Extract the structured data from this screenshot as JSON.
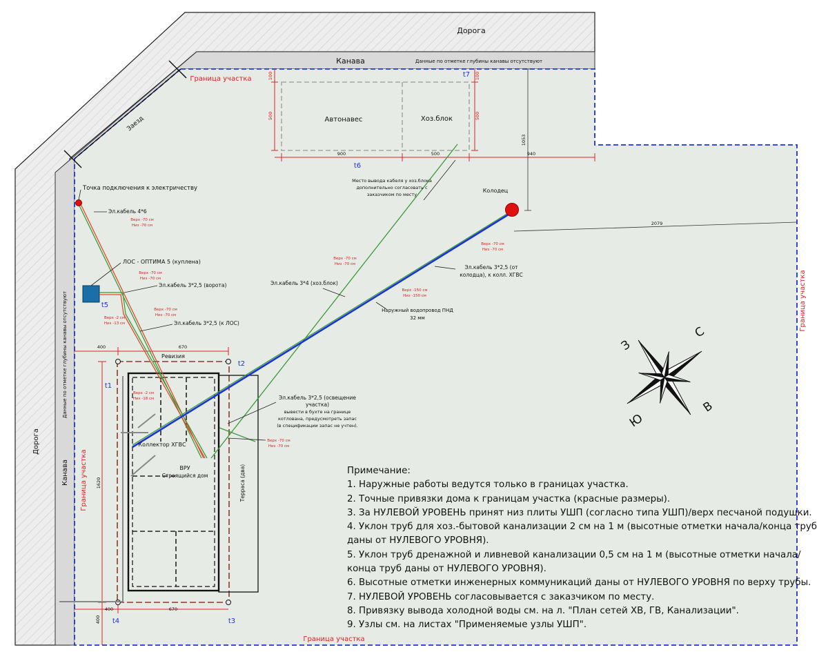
{
  "roads": {
    "top": "Дорога",
    "left": "Дорога",
    "ditch_top": "Канава",
    "ditch_left": "Канава",
    "ditch_top_note": "Данные по отметке глубины канавы отсутствуют",
    "ditch_left_note": "Данные по отметке глубины канавы отсутствуют",
    "entry": "Заезд"
  },
  "boundary_label": "Граница участка",
  "buildings": {
    "carport": "Автонавес",
    "shed": "Хоз.блок",
    "house_title": "ВРУ",
    "house_sub": "Строящийся дом",
    "collector": "Коллектор ХГВС",
    "revision": "Ревизия",
    "terrace": "Терраса (два)"
  },
  "labels": {
    "power_point": "Точка подключения к электричеству",
    "cable_4x6": "Эл.кабель 4*6",
    "los": "ЛОС - ОПТИМА 5 (куплена)",
    "cable_gate": "Эл.кабель 3*2,5 (ворота)",
    "cable_los": "Эл.кабель 3*2,5 (к ЛОС)",
    "cable_shed": "Эл.кабель 3*4 (хоз.блок)",
    "water_pipe_1": "Наружный водопровод ПНД",
    "water_pipe_2": "32 мм",
    "well": "Колодец",
    "cable_well_1": "Эл.кабель 3*2,5 (от",
    "cable_well_2": "колодца), к колл. ХГВС",
    "shed_note_1": "Место вывода кабеля у хоз.блока",
    "shed_note_2": "дополнительно согласовать с",
    "shed_note_3": "заказчиком по месту",
    "light_1": "Эл.кабель 3*2,5 (освещение",
    "light_2": "участка)",
    "light_3": "вывести в бухте на границе",
    "light_4": "котлована, предусмотреть запас",
    "light_5": "(в спецификации запас не учтен)."
  },
  "elevations": {
    "e1a": "Верх -70 см",
    "e1b": "Низ -70 см",
    "e2a": "Верх -70 см",
    "e2b": "Низ -70 см",
    "e3a": "Верх -70 см",
    "e3b": "Низ -70 см",
    "e4a": "Верх -2 см",
    "e4b": "Низ -13 см",
    "e5a": "Верх -70 см",
    "e5b": "Низ -70 см",
    "e6a": "Верх -150 см",
    "e6b": "Низ -150 см",
    "e7a": "Верх -70 см",
    "e7b": "Низ -70 см",
    "e8a": "Верх -2 см",
    "e8b": "Низ -18 см",
    "e9a": "Верх -70 см",
    "e9b": "Низ -70 см"
  },
  "points": {
    "t1": "t1",
    "t2": "t2",
    "t3": "t3",
    "t4": "t4",
    "t5": "t5",
    "t6": "t6",
    "t7": "t7"
  },
  "dimensions": {
    "d100a": "100",
    "d100b": "100",
    "d500a": "500",
    "d500b": "500",
    "d900": "900",
    "d500w": "500",
    "d940": "940",
    "d1053": "1053",
    "d2079": "2079",
    "d400a": "400",
    "d670a": "670",
    "d1620": "1620",
    "d400b": "400",
    "d670b": "670",
    "d400c": "400"
  },
  "compass": {
    "n": "С",
    "s": "Ю",
    "e": "В",
    "w": "З"
  },
  "notes": {
    "title": "Примечание:",
    "items": [
      "1. Наружные работы ведутся только в границах участка.",
      "2. Точные привязки дома к границам участка (красные размеры).",
      "3. За НУЛЕВОЙ УРОВЕНЬ принят низ плиты УШП (согласно типа УШП)/верх песчаной подушки.",
      "4. Уклон труб для хоз.-бытовой канализации 2 см на 1 м (высотные отметки начала/конца труб даны от НУЛЕВОГО УРОВНЯ).",
      "5. Уклон труб дренажной и ливневой канализации 0,5 см на 1 м  (высотные отметки начала/конца труб даны от НУЛЕВОГО УРОВНЯ).",
      "6. Высотные отметки инженерных коммуникаций даны от НУЛЕВОГО УРОВНЯ по верху трубы.",
      "7. НУЛЕВОЙ УРОВЕНЬ  согласовывается с заказчиком по месту.",
      "8. Привязку вывода холодной воды см. на л. \"План сетей ХВ, ГВ, Канализации\".",
      "9. Узлы см. на листах \"Применяемые узлы УШП\"."
    ]
  },
  "colors": {
    "site": "#e7ebe6",
    "road": "#ededed",
    "ditch": "#d9d9d9",
    "boundary": "#1a33d8",
    "dimension": "#e02020",
    "cable": "#3a9a3a",
    "water": "#1a33d8",
    "well": "#e01010",
    "los": "#1a6fa8"
  }
}
